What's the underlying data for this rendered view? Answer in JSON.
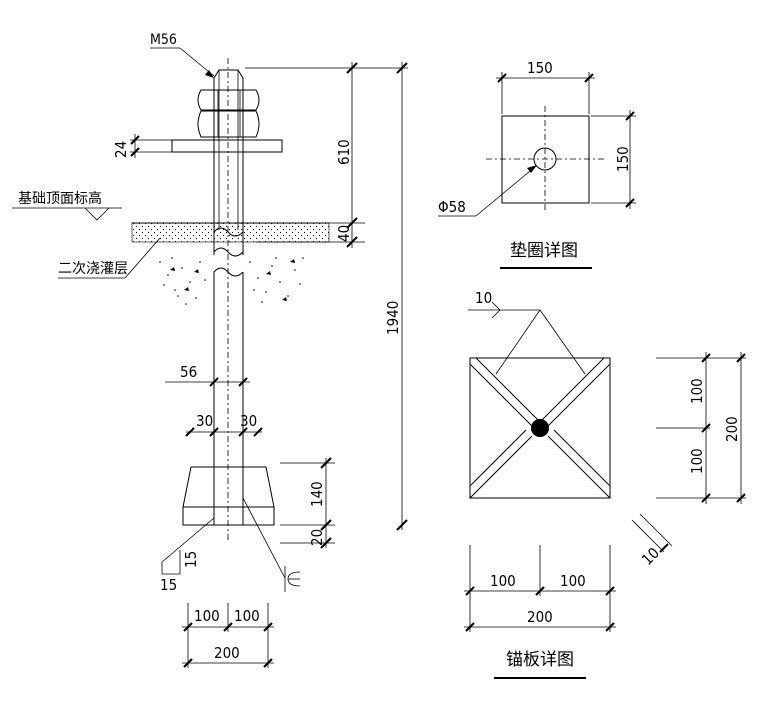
{
  "bolt": {
    "thread_label": "M56",
    "washer_thk": "24",
    "foundation_label": "基础顶面标高",
    "grout_label": "二次浇灌层",
    "nut_height": "610",
    "grout_thk": "40",
    "total_length": "1940",
    "rod_dia": "56",
    "rib_left": "30",
    "rib_right": "30",
    "base_height": "140",
    "plate_thk": "20",
    "weld_leg_h": "15",
    "weld_leg_v": "15",
    "half_left": "100",
    "half_right": "100",
    "plate_width": "200"
  },
  "washer_detail": {
    "width": "150",
    "height": "150",
    "hole": "Φ58",
    "title": "垫圈详图"
  },
  "anchor_plate_detail": {
    "weld_size": "10",
    "half_top": "100",
    "half_bottom": "100",
    "height": "200",
    "half_left": "100",
    "half_right": "100",
    "width": "200",
    "rib_thk": "10",
    "title": "锚板详图"
  }
}
